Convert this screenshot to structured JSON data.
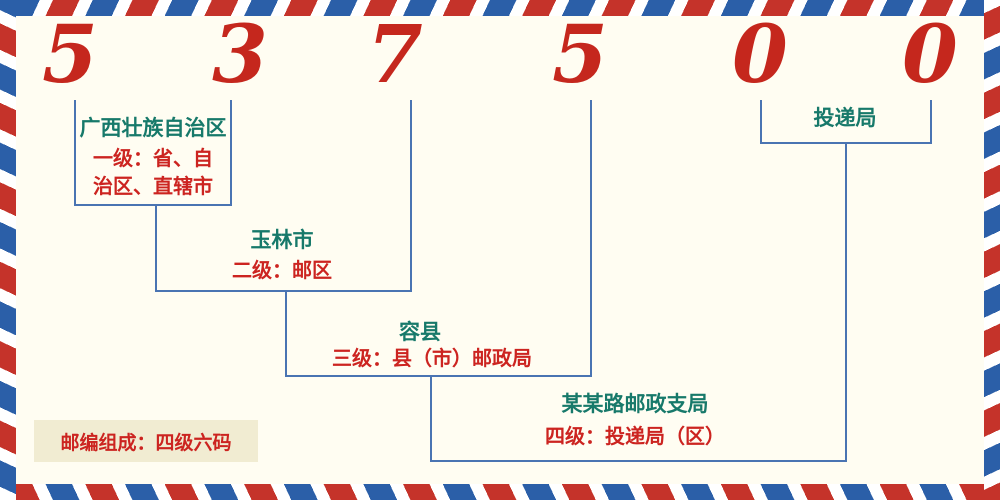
{
  "postal_code": {
    "digits": [
      "5",
      "3",
      "7",
      "5",
      "0",
      "0"
    ]
  },
  "labels": {
    "level1": {
      "name": "广西壮族自治区",
      "desc": [
        "一级：省、自",
        "治区、直辖市"
      ]
    },
    "level2": {
      "name": "玉林市",
      "desc": "二级：邮区"
    },
    "level3": {
      "name": "容县",
      "desc": "三级：县（市）邮政局"
    },
    "level4": {
      "name": "某某路邮政支局",
      "desc": "四级：投递局（区）"
    },
    "delivery": {
      "name": "投递局"
    }
  },
  "footer_note": {
    "text": "邮编组成：四级六码"
  },
  "colors": {
    "digit_red": "#c5271d",
    "label_teal": "#17796a",
    "label_red": "#cc2420",
    "line_blue": "#4a74b2",
    "note_bg": "#f1ecd2",
    "border_blue": "#2b5fa8",
    "border_red": "#c5332a",
    "page_bg": "#fffdf2"
  }
}
